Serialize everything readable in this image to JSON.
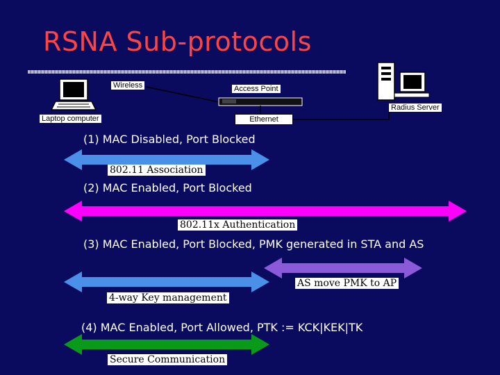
{
  "title": "RSNA Sub-protocols",
  "network": {
    "wireless_label": "Wireless",
    "access_point_label": "Access Point",
    "radius_server_label": "Radius Server",
    "ethernet_label": "Ethernet",
    "laptop_label": "Laptop computer"
  },
  "phases": [
    {
      "label": "(1) MAC Disabled, Port Blocked"
    },
    {
      "label": "(2) MAC Enabled, Port Blocked"
    },
    {
      "label": "(3) MAC Enabled, Port Blocked, PMK generated in STA and AS"
    },
    {
      "label": "(4) MAC Enabled, Port Allowed, PTK := KCK|KEK|TK"
    }
  ],
  "exchanges": [
    {
      "label": "802.11 Association",
      "color": "#4a90e8"
    },
    {
      "label": "802.11x Authentication",
      "color": "#ff00ff"
    },
    {
      "label": "AS move PMK to AP",
      "color": "#8a5ad8"
    },
    {
      "label": "4-way Key management",
      "color": "#4a90e8"
    },
    {
      "label": "Secure Communication",
      "color": "#0a9a1a"
    }
  ],
  "colors": {
    "background": "#0a0a5e",
    "title": "#ff4444"
  }
}
